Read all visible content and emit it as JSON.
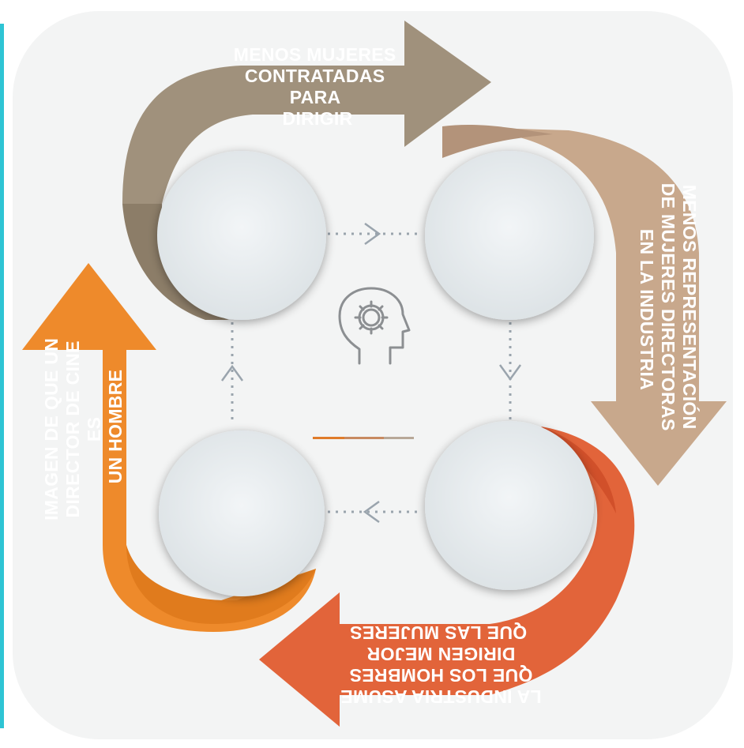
{
  "steps": [
    {
      "id": "top",
      "label_lines": [
        "MENOS MUJERES",
        "CONTRATADAS",
        "PARA",
        "DIRIGIR"
      ],
      "color": "#A0917C"
    },
    {
      "id": "right",
      "label_lines": [
        "MENOS REPRESENTACIÓN",
        "DE MUJERES DIRECTORAS",
        "EN LA INDUSTRIA"
      ],
      "color": "#C8A88C"
    },
    {
      "id": "bottom",
      "label_lines": [
        "LA INDUSTRIA ASUME",
        "QUE LOS HOMBRES",
        "DIRIGEN MEJOR",
        "QUE LAS MUJERES"
      ],
      "color": "#E2643A"
    },
    {
      "id": "left",
      "label_lines": [
        "IMAGEN DE QUE UN",
        "DIRECTOR DE CINE",
        "ES",
        "UN HOMBRE"
      ],
      "color": "#EE8A2B"
    }
  ],
  "colors": {
    "panel": "#F3F4F4",
    "circle": "#E9EDEF",
    "connector": "#9AA4AD",
    "accent_line": "#2EC4D4",
    "head_icon": "#8C8F92"
  },
  "center_icon": "head-gear-icon"
}
